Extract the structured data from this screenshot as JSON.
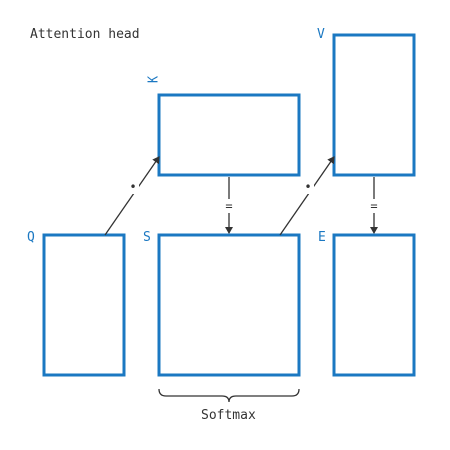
{
  "title": "Attention head",
  "matrices": {
    "q": {
      "label": "Q"
    },
    "k": {
      "label": "K"
    },
    "v": {
      "label": "V"
    },
    "s": {
      "label": "S"
    },
    "e": {
      "label": "E"
    }
  },
  "operators": {
    "dot": "•",
    "equals": "="
  },
  "softmax_label": "Softmax",
  "colors": {
    "matrix": "#1b78c2",
    "text": "#333333",
    "arrow": "#333333"
  }
}
